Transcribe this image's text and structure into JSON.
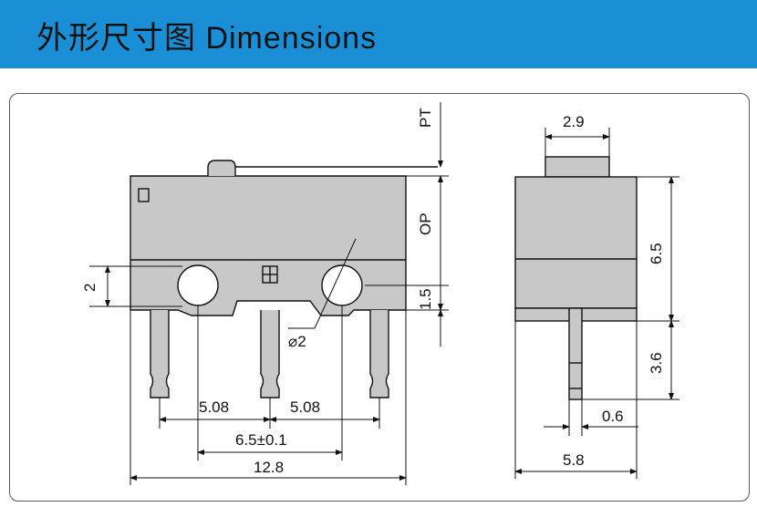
{
  "header": {
    "title": "外形尺寸图 Dimensions",
    "background_color": "#1a8fd6"
  },
  "colors": {
    "switch_body": "#c8c8c8",
    "outline": "#111111",
    "border": "#5a5a5a"
  },
  "front_view": {
    "label_pt": "PT",
    "label_op": "OP",
    "dim_2": "2",
    "dim_1_5": "1.5",
    "dim_diameter": "⌀2",
    "dim_5_08_left": "5.08",
    "dim_5_08_right": "5.08",
    "dim_6_5_tol": "6.5±0.1",
    "dim_12_8": "12.8"
  },
  "side_view": {
    "dim_2_9": "2.9",
    "dim_6_5": "6.5",
    "dim_3_6": "3.6",
    "dim_0_6": "0.6",
    "dim_5_8": "5.8"
  }
}
